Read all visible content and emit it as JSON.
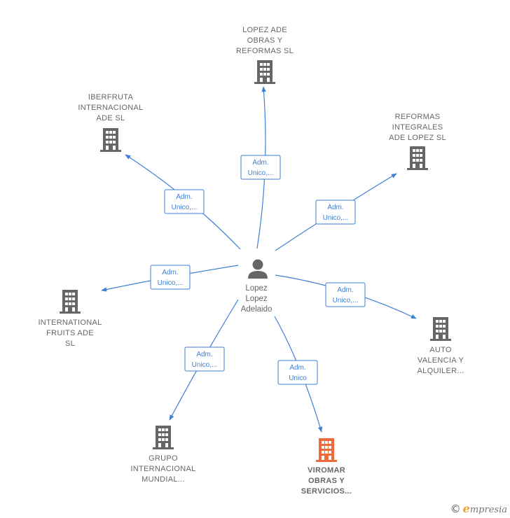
{
  "center": {
    "lines": [
      "Lopez",
      "Lopez",
      "Adelaido"
    ],
    "icon": "person-icon",
    "color": "#666666"
  },
  "colors": {
    "edge": "#3d7fd6",
    "company": "#666666",
    "company_highlight": "#ef6a3a"
  },
  "nodes": [
    {
      "id": "lopez-ade-obras",
      "lines": [
        "LOPEZ ADE",
        "OBRAS Y",
        "REFORMAS  SL"
      ],
      "edge_label": [
        "Adm.",
        "Unico,..."
      ],
      "highlight": false,
      "icon": "building-icon"
    },
    {
      "id": "iberfruta",
      "lines": [
        "IBERFRUTA",
        "INTERNACIONAL",
        "ADE  SL"
      ],
      "edge_label": [
        "Adm.",
        "Unico,..."
      ],
      "highlight": false,
      "icon": "building-icon"
    },
    {
      "id": "reformas-integrales",
      "lines": [
        "REFORMAS",
        "INTEGRALES",
        "ADE LOPEZ  SL"
      ],
      "edge_label": [
        "Adm.",
        "Unico,..."
      ],
      "highlight": false,
      "icon": "building-icon"
    },
    {
      "id": "international-fruits",
      "lines": [
        "INTERNATIONAL",
        "FRUITS ADE",
        "SL"
      ],
      "edge_label": [
        "Adm.",
        "Unico,..."
      ],
      "highlight": false,
      "icon": "building-icon"
    },
    {
      "id": "auto-valencia",
      "lines": [
        "AUTO",
        "VALENCIA Y",
        "ALQUILER..."
      ],
      "edge_label": [
        "Adm.",
        "Unico,..."
      ],
      "highlight": false,
      "icon": "building-icon"
    },
    {
      "id": "grupo-internacional",
      "lines": [
        "GRUPO",
        "INTERNACIONAL",
        "MUNDIAL..."
      ],
      "edge_label": [
        "Adm.",
        "Unico,..."
      ],
      "highlight": false,
      "icon": "building-icon"
    },
    {
      "id": "viromar",
      "lines": [
        "VIROMAR",
        "OBRAS Y",
        "SERVICIOS..."
      ],
      "edge_label": [
        "Adm.",
        "Unico"
      ],
      "highlight": true,
      "icon": "building-icon"
    }
  ],
  "footer": {
    "copyright": "©",
    "brand_initial": "e",
    "brand_rest": "mpresia"
  }
}
